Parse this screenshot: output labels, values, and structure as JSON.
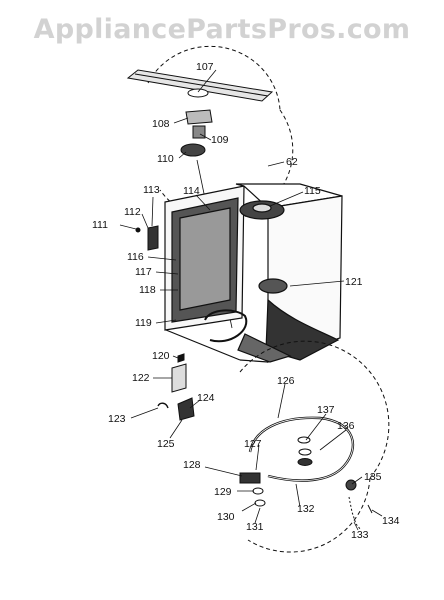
{
  "watermark": "AppliancePartsPros.com",
  "part_labels": [
    "107",
    "108",
    "109",
    "110",
    "62",
    "113",
    "114",
    "115",
    "111",
    "112",
    "116",
    "117",
    "118",
    "121",
    "119",
    "120",
    "122",
    "126",
    "137",
    "136",
    "124",
    "123",
    "125",
    "127",
    "128",
    "135",
    "129",
    "132",
    "134",
    "130",
    "131",
    "133"
  ],
  "colors": {
    "ink": "#111111",
    "watermark": "#d2d2d2",
    "background": "#ffffff"
  }
}
